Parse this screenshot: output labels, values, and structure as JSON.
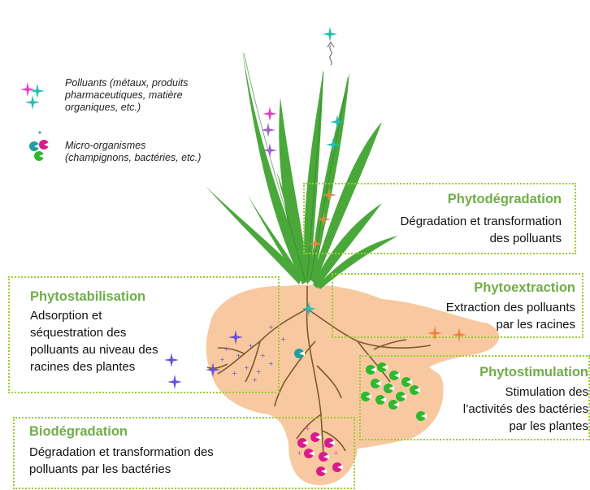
{
  "legend": {
    "pollutants": "Polluants (métaux, produits pharmaceutiques, matière organiques, etc.)",
    "pollutants_lines": [
      "Polluants (métaux, produits",
      "pharmaceutiques, matière",
      "organiques, etc.)"
    ],
    "microbes_lines": [
      "Micro-organismes",
      "(champignons, bactéries, etc.)"
    ]
  },
  "boxes": {
    "phytodegradation": {
      "title": "Phytodégradation",
      "lines": [
        "Dégradation et transformation",
        "des polluants"
      ]
    },
    "phytostabilisation": {
      "title": "Phytostabilisation",
      "lines": [
        "Adsorption et",
        "séquestration des",
        "polluants au niveau des",
        "racines des plantes"
      ]
    },
    "phytoextraction": {
      "title": "Phytoextraction",
      "lines": [
        "Extraction des polluants",
        "par les racines"
      ]
    },
    "phytostimulation": {
      "title": "Phytostimulation",
      "lines": [
        "Stimulation des",
        "l’activités des bactéries",
        "par les plantes"
      ]
    },
    "biodegradation": {
      "title": "Biodégradation",
      "lines": [
        "Dégradation et transformation des",
        "polluants par les bactéries"
      ]
    }
  },
  "colors": {
    "leaf": "#4aa83a",
    "leaf_dark": "#2e7d27",
    "soil": "#f8c9a0",
    "root": "#7a5a2e",
    "box_border": "#9acd32",
    "title": "#70ad47",
    "pollutant_pink": "#e040c0",
    "pollutant_teal": "#20c0b0",
    "pollutant_purple": "#6a4fd8",
    "pollutant_orange": "#f08040",
    "microbe_green": "#2db82d",
    "microbe_pink": "#d81b8c"
  }
}
